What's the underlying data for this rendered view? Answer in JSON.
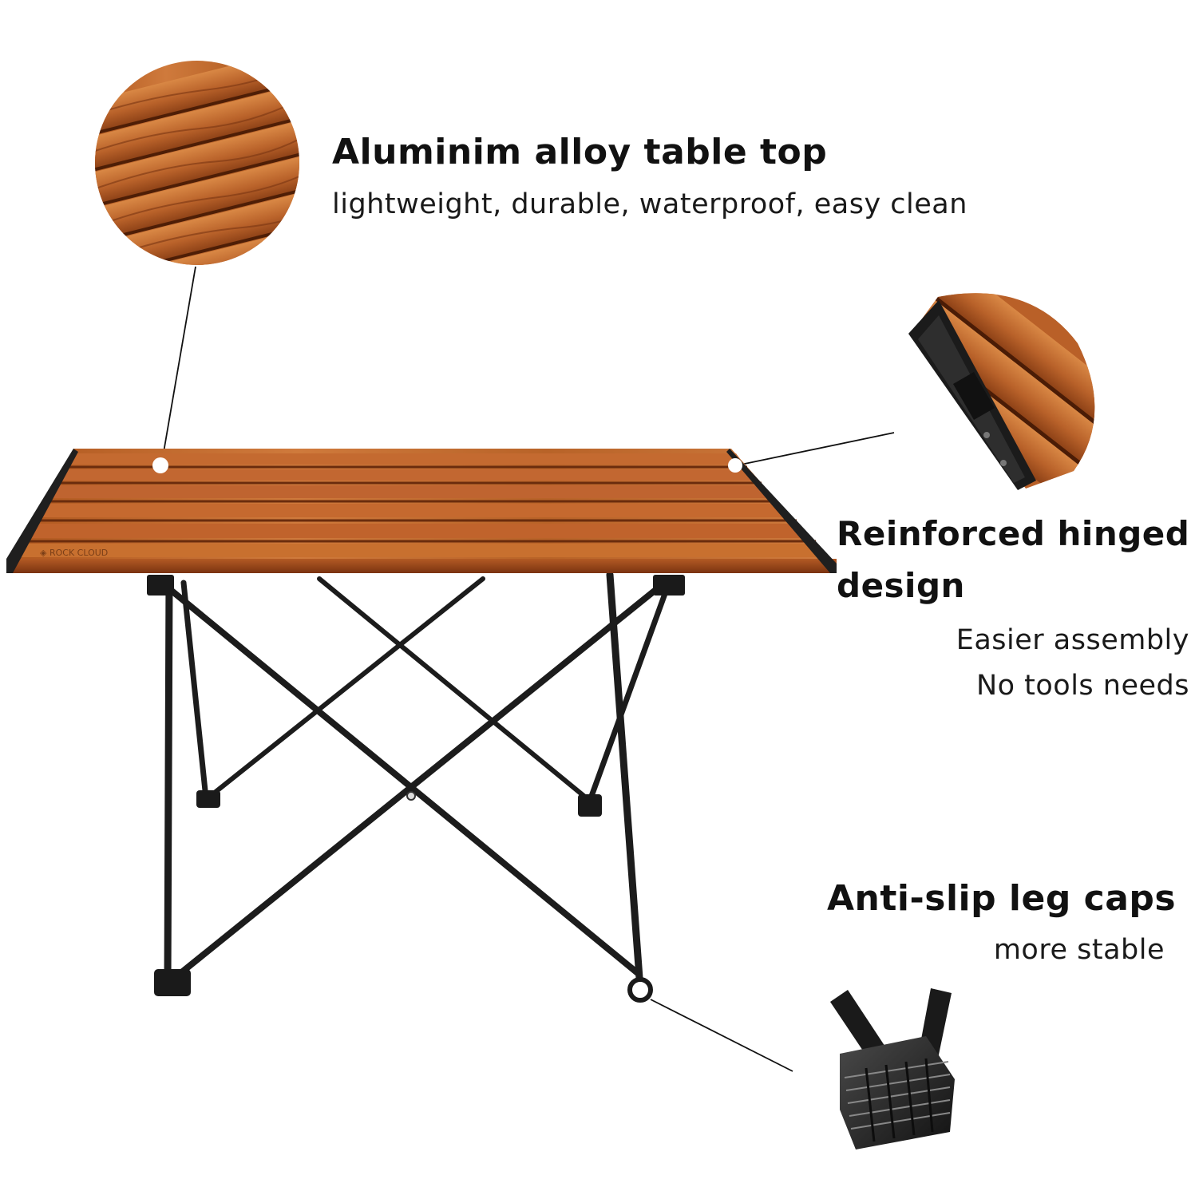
{
  "features": {
    "tabletop": {
      "title": "Aluminim alloy table top",
      "subtitle": "lightweight, durable, waterproof, easy clean"
    },
    "hinge": {
      "title_line1": "Reinforced hinged",
      "title_line2": "design",
      "subtitle_line1": "Easier assembly",
      "subtitle_line2": "No tools needs"
    },
    "legcaps": {
      "title": "Anti-slip leg caps",
      "subtitle": "more stable"
    }
  },
  "colors": {
    "wood_light": "#c8733a",
    "wood_dark": "#8a3e16",
    "metal_frame": "#1c1c1c",
    "text": "#111111",
    "background": "#ffffff"
  },
  "brand_mark": "ROCK CLOUD"
}
